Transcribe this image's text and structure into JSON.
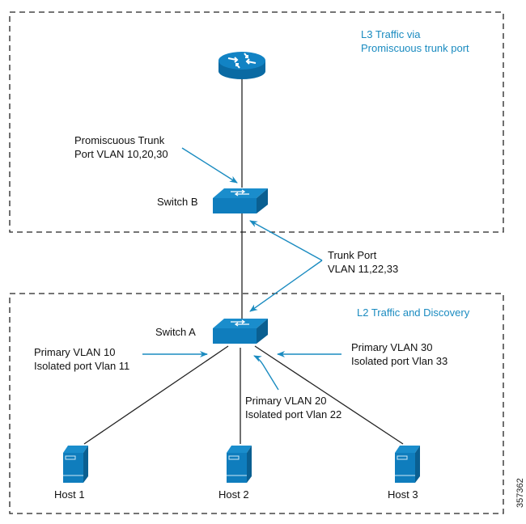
{
  "zones": {
    "l3": {
      "title_line1": "L3 Traffic via",
      "title_line2": "Promiscuous trunk port"
    },
    "l2": {
      "title": "L2 Traffic and Discovery"
    }
  },
  "devices": {
    "router": {
      "icon": "router-icon"
    },
    "switch_b": {
      "label": "Switch B",
      "icon": "switch-icon"
    },
    "switch_a": {
      "label": "Switch A",
      "icon": "switch-icon"
    },
    "hosts": [
      {
        "label": "Host 1",
        "icon": "server-icon"
      },
      {
        "label": "Host 2",
        "icon": "server-icon"
      },
      {
        "label": "Host 3",
        "icon": "server-icon"
      }
    ]
  },
  "annotations": {
    "promiscuous": {
      "line1": "Promiscuous Trunk",
      "line2": "Port VLAN 10,20,30"
    },
    "trunk": {
      "line1": "Trunk Port",
      "line2": "VLAN 11,22,33"
    },
    "host1_port": {
      "line1": "Primary VLAN 10",
      "line2": "Isolated port Vlan 11"
    },
    "host2_port": {
      "line1": "Primary VLAN 20",
      "line2": "Isolated port Vlan 22"
    },
    "host3_port": {
      "line1": "Primary VLAN 30",
      "line2": "Isolated port Vlan 33"
    }
  },
  "figure_id": "357362",
  "colors": {
    "device_blue": "#0f7dbd",
    "device_dark": "#0a5f91",
    "arrow_blue": "#1a8bc0",
    "text_blue": "#1a8bc0"
  }
}
